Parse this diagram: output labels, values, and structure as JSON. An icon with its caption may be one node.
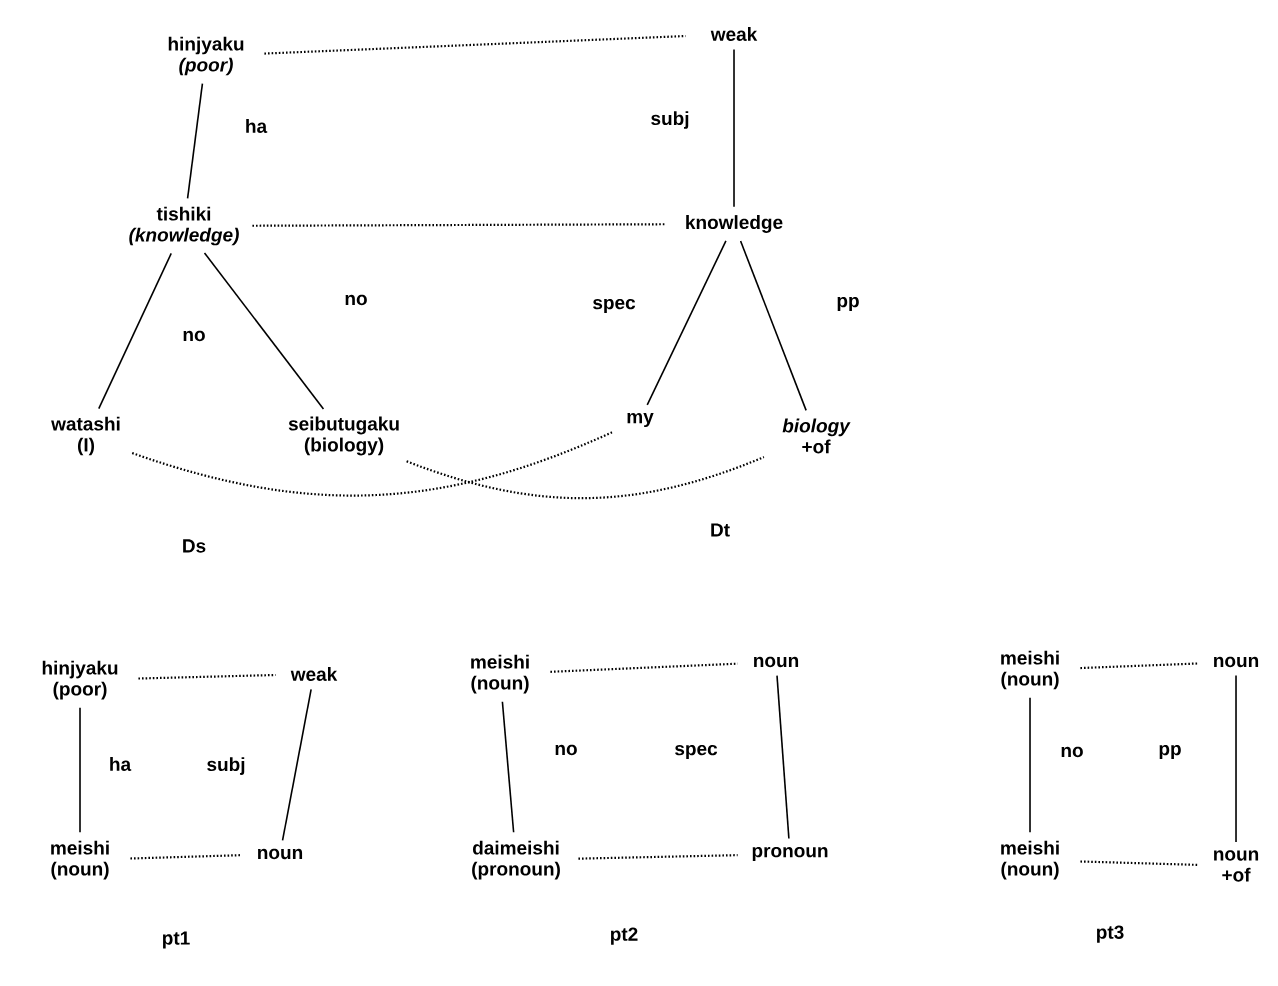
{
  "diagram": {
    "nodes": [
      {
        "text": [
          "hinjyaku *(poor)*"
        ]
      },
      {
        "text": [
          "weak"
        ]
      },
      {
        "text": [
          "tishiki *(knowledge)*"
        ]
      },
      {
        "text": [
          "knowledge"
        ]
      },
      {
        "text": [
          "watashi (I)"
        ]
      },
      {
        "text": [
          "seibutugaku (biology)"
        ]
      },
      {
        "text": [
          "my"
        ]
      },
      {
        "text": [
          "*biology* +of"
        ]
      },
      {
        "text": [
          "hinjyaku (poor)"
        ]
      },
      {
        "text": [
          "weak"
        ]
      },
      {
        "text": [
          "meishi (noun)"
        ]
      },
      {
        "text": [
          "noun"
        ]
      },
      {
        "text": [
          "meishi (noun)"
        ]
      },
      {
        "text": [
          "noun"
        ]
      },
      {
        "text": [
          "daimeishi (pronoun)"
        ]
      },
      {
        "text": [
          "pronoun"
        ]
      },
      {
        "text": [
          "meishi (noun)"
        ]
      },
      {
        "text": [
          "noun"
        ]
      },
      {
        "text": [
          "meishi (noun)"
        ]
      },
      {
        "text": [
          "noun +of"
        ]
      }
    ],
    "edges": [
      {
        "from": 0,
        "to": 1,
        "arrow": "none",
        "style": "dashed"
      },
      {
        "from": 0,
        "to": 2,
        "arrow": "none",
        "label": "ha"
      },
      {
        "from": 1,
        "to": 3,
        "arrow": "none",
        "label": "subj"
      },
      {
        "from": 2,
        "to": 3,
        "arrow": "none",
        "style": "dashed"
      },
      {
        "from": 2,
        "to": 4,
        "arrow": "none",
        "label": "no"
      },
      {
        "from": 2,
        "to": 5,
        "arrow": "none",
        "label": "no"
      },
      {
        "from": 3,
        "to": 6,
        "arrow": "none",
        "label": "spec"
      },
      {
        "from": 3,
        "to": 7,
        "arrow": "none",
        "label": "pp"
      },
      {
        "from": 4,
        "to": 6,
        "arrow": "none",
        "style": "dashed"
      },
      {
        "from": 5,
        "to": 7,
        "arrow": "none",
        "style": "dashed"
      },
      {
        "from": 8,
        "to": 9,
        "arrow": "none",
        "style": "dashed"
      },
      {
        "from": 8,
        "to": 10,
        "arrow": "none",
        "label": "ha"
      },
      {
        "from": 9,
        "to": 11,
        "arrow": "none",
        "label": "subj"
      },
      {
        "from": 10,
        "to": 11,
        "arrow": "none",
        "style": "dashed"
      },
      {
        "from": 12,
        "to": 13,
        "arrow": "none",
        "style": "dashed"
      },
      {
        "from": 12,
        "to": 14,
        "arrow": "none",
        "label": "no"
      },
      {
        "from": 13,
        "to": 15,
        "arrow": "none",
        "label": "spec"
      },
      {
        "from": 14,
        "to": 15,
        "arrow": "none",
        "style": "dashed"
      },
      {
        "from": 16,
        "to": 17,
        "arrow": "none",
        "style": "dashed"
      },
      {
        "from": 16,
        "to": 18,
        "arrow": "none",
        "label": "no"
      },
      {
        "from": 17,
        "to": 19,
        "arrow": "none",
        "label": "pp"
      },
      {
        "from": 18,
        "to": 19,
        "arrow": "none",
        "style": "dashed"
      }
    ],
    "labels": [
      "Ds",
      "Dt",
      "pt1",
      "pt2",
      "pt3"
    ]
  }
}
